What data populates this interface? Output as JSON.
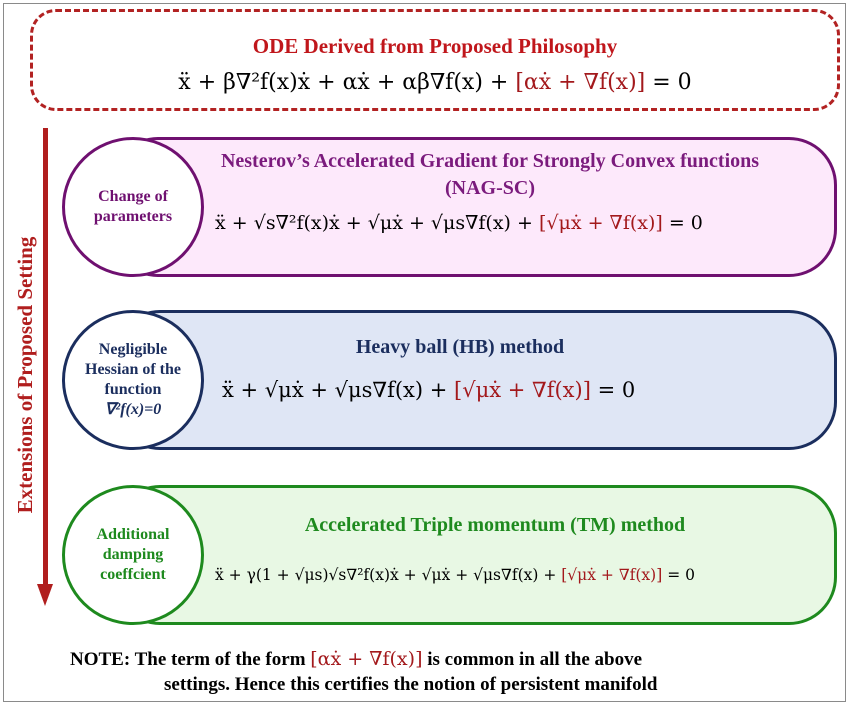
{
  "top": {
    "title": "ODE Derived from Proposed Philosophy",
    "equation_main": "ẍ + β∇²f(x)ẋ + αẋ + αβ∇f(x) + ",
    "equation_red": "[αẋ + ∇f(x)]",
    "equation_end": " = 0"
  },
  "side_label": "Extensions of Proposed Setting",
  "cards": [
    {
      "circle_lines": [
        "Change of",
        "parameters"
      ],
      "title": "Nesterov’s Accelerated Gradient for Strongly Convex functions (NAG-SC)",
      "equation_main": "ẍ + √s∇²f(x)ẋ + √μẋ + √μs∇f(x) + ",
      "equation_red": "[√μẋ + ∇f(x)]",
      "equation_end": " = 0"
    },
    {
      "circle_lines": [
        "Negligible",
        "Hessian of the",
        "function",
        "∇²f(x)=0"
      ],
      "title": "Heavy ball (HB) method",
      "equation_main": "ẍ + √μẋ + √μs∇f(x) + ",
      "equation_red": "[√μẋ + ∇f(x)]",
      "equation_end": " = 0"
    },
    {
      "circle_lines": [
        "Additional",
        "damping",
        "coeffcient"
      ],
      "title": "Accelerated Triple momentum (TM)  method",
      "equation_main": "ẍ + γ(1 + √μs)√s∇²f(x)ẋ + √μẋ + √μs∇f(x) + ",
      "equation_red": "[√μẋ + ∇f(x)]",
      "equation_end": " = 0"
    }
  ],
  "note": {
    "prefix": "NOTE: The term of the form ",
    "term": "[αẋ + ∇f(x)]",
    "suffix": "  is common in all the above",
    "line2": "settings. Hence this certifies the notion of persistent manifold"
  },
  "colors": {
    "red": "#c0161b",
    "purple": "#6f1070",
    "navy": "#1b2e5e",
    "green": "#1e8a1e"
  }
}
